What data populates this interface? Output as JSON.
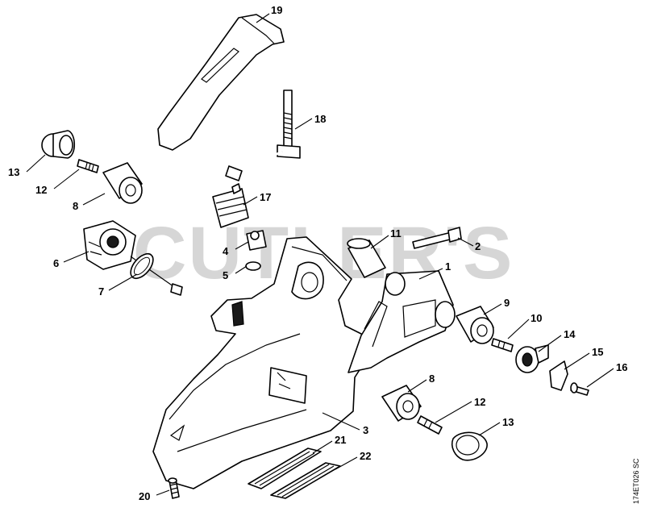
{
  "watermark": "CUTLER'S",
  "drawing_code": "174ET026 SC",
  "callouts": {
    "c1": "1",
    "c2": "2",
    "c3": "3",
    "c4": "4",
    "c5": "5",
    "c6": "6",
    "c7": "7",
    "c8a": "8",
    "c8b": "8",
    "c9": "9",
    "c10": "10",
    "c11": "11",
    "c12a": "12",
    "c12b": "12",
    "c13a": "13",
    "c13b": "13",
    "c14": "14",
    "c15": "15",
    "c16": "16",
    "c17": "17",
    "c18": "18",
    "c19": "19",
    "c20": "20",
    "c21": "21",
    "c22": "22"
  }
}
